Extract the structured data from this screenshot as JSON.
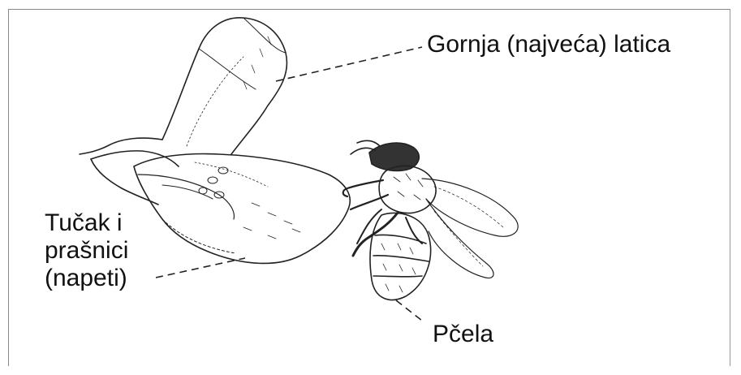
{
  "labels": {
    "upper_petal": "Gornja (najveća) latica",
    "pistil_line1": "Tučak i",
    "pistil_line2": "prašnici",
    "pistil_line3": "(napeti)",
    "bee": "Pčela"
  },
  "colors": {
    "ink": "#222222",
    "background": "#ffffff"
  }
}
